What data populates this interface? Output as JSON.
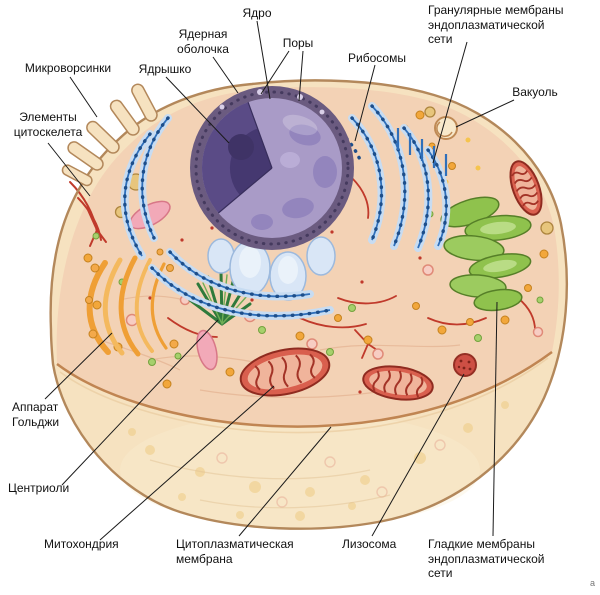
{
  "figure": {
    "type": "animal-cell-cutaway-diagram",
    "language": "ru",
    "corner_mark": "а"
  },
  "labels": {
    "microvilli": "Микроворсинки",
    "cytoskeleton_lines": [
      "Элементы",
      "цитоскелета"
    ],
    "nucleolus": "Ядрышко",
    "nuclear_envelope_lines": [
      "Ядерная",
      "оболочка"
    ],
    "nucleus": "Ядро",
    "pores": "Поры",
    "ribosomes": "Рибосомы",
    "granular_er_lines": [
      "Гранулярные мембраны",
      "эндоплазматической",
      "сети"
    ],
    "vacuole": "Вакуоль",
    "golgi_lines": [
      "Аппарат",
      "Гольджи"
    ],
    "centrioles": "Центриоли",
    "mitochondrion": "Митохондрия",
    "plasma_membrane_lines": [
      "Цитоплазматическая",
      "мембрана"
    ],
    "lysosome": "Лизосома",
    "smooth_er_lines": [
      "Гладкие мембраны",
      "эндоплазматической",
      "сети"
    ]
  },
  "colors": {
    "background": "#ffffff",
    "cell_exterior": "#f6e2c0",
    "cell_outline": "#b3885b",
    "cytoplasm": "#f3d2b5",
    "cut_edge": "#c08552",
    "nuclear_envelope": "#6b5b80",
    "nucleus": "#a99bc7",
    "nucleus_cut": "#5a4b86",
    "nucleolus": "#3f3366",
    "er_membrane": "#2f6fba",
    "er_fill": "#c7dcf2",
    "golgi_orange": "#ef9f35",
    "smooth_er_green": "#8fc24d",
    "mitochondrion_red": "#d95f4e",
    "lysosome_red": "#cd4f44",
    "centriole_green": "#2f7a3c",
    "fiber_red": "#c03a2b",
    "leader_line": "#1a1a1a",
    "label_text": "#111111"
  }
}
